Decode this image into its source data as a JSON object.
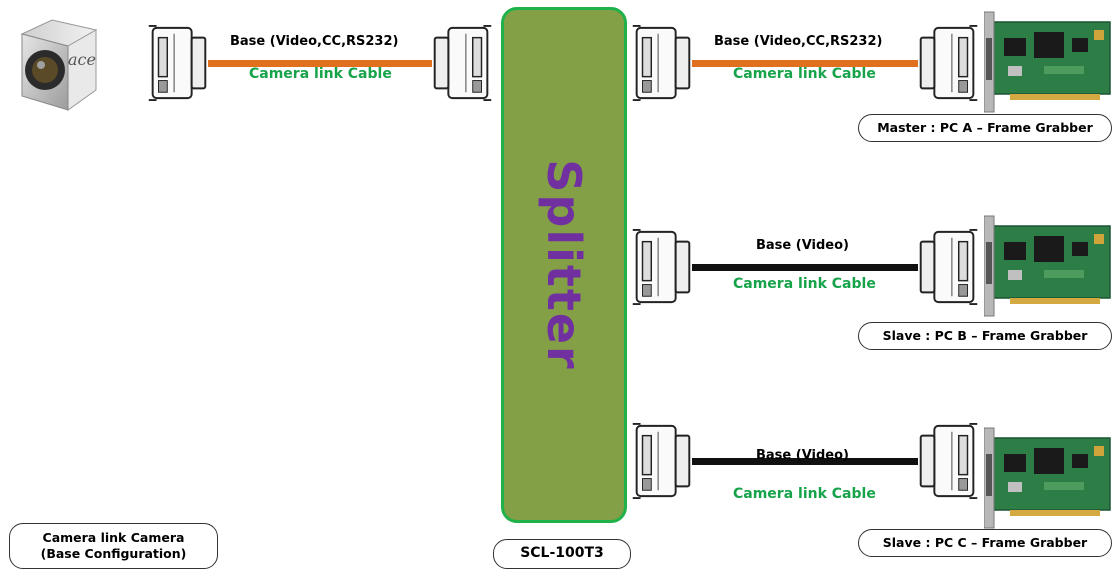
{
  "camera": {
    "brand_text": "ace",
    "caption_line1": "Camera link Camera",
    "caption_line2": "(Base Configuration)"
  },
  "splitter": {
    "label": "Splitter",
    "model": "SCL-100T3"
  },
  "cables": [
    {
      "top": "Base (Video,CC,RS232)",
      "bottom": "Camera link Cable"
    },
    {
      "top": "Base (Video,CC,RS232)",
      "bottom": "Camera link Cable"
    },
    {
      "top": "Base (Video)",
      "bottom": "Camera link Cable"
    },
    {
      "top": "Base (Video)",
      "bottom": "Camera link Cable"
    }
  ],
  "grabbers": [
    {
      "label": "Master : PC A –  Frame Grabber"
    },
    {
      "label": "Slave : PC B – Frame Grabber"
    },
    {
      "label": "Slave : PC C – Frame Grabber"
    }
  ],
  "colors": {
    "splitter_fill": "#83a046",
    "splitter_border": "#20b24a",
    "splitter_text": "#7030a0",
    "cable_label_green": "#16a34a",
    "cable_orange": "#e0701e",
    "cable_black": "#111111"
  }
}
